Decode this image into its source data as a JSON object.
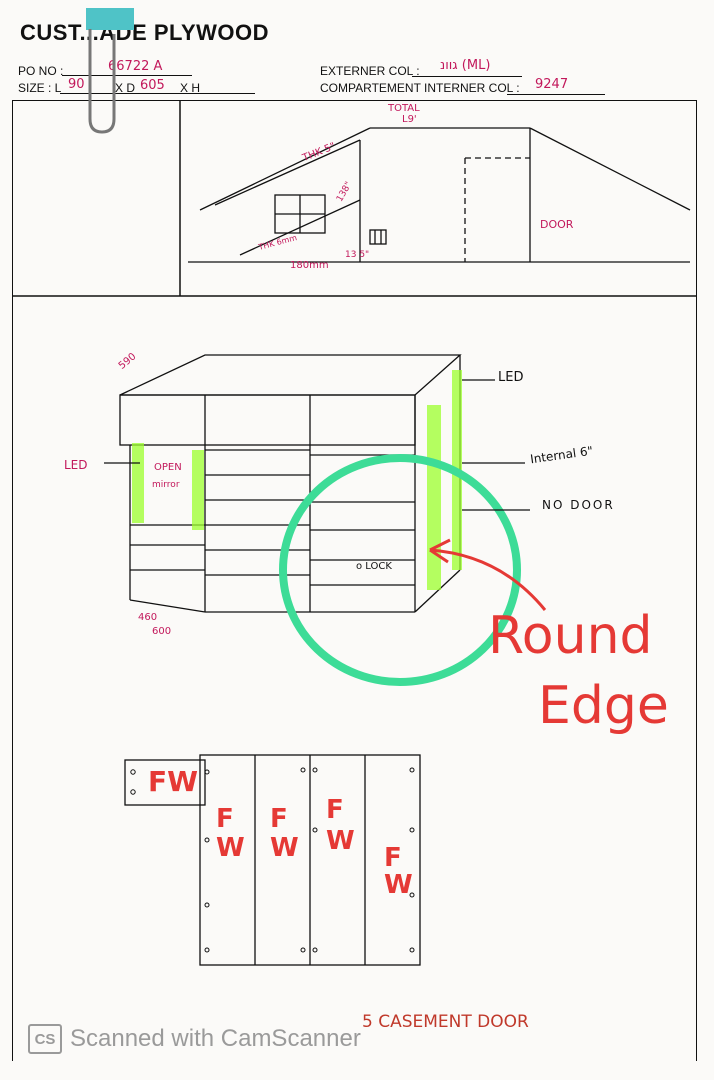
{
  "header": {
    "title": "CUST...ADE PLYWOOD",
    "po_label": "PO NO :",
    "po_value": "66722 A",
    "size_label": "SIZE : L",
    "size_l": "90",
    "size_d_label": "X D",
    "size_d": "605",
    "size_h_label": "X H",
    "externer_label": "EXTERNER COL :",
    "externer_value": "גוונ  (ML)",
    "compartement_label": "COMPARTEMENT INTERNER COL :",
    "compartement_value": "9247"
  },
  "room_sketch": {
    "total": "TOTAL",
    "total_val": "L9'",
    "thk5": "THK 5\"",
    "thk_sub": "THK 6mm",
    "dim_180": "180mm",
    "dim_138": "138\"",
    "dim_135": "13 5\"",
    "door": "DOOR"
  },
  "wardrobe": {
    "dim_590": "590",
    "led_right": "LED",
    "internal": "Internal 6\"",
    "no_door": "NO DOOR",
    "led_left": "LED",
    "open": "OPEN",
    "mirror": "mirror",
    "lock": "o LOCK",
    "dim_460": "460",
    "dim_600": "600",
    "round": "Round",
    "edge": "Edge"
  },
  "doors": {
    "fw_corner": "FW",
    "panels": [
      "F\nW",
      "F\nW",
      "F\nW",
      "F\nW"
    ],
    "caption": "5 CASEMENT DOOR"
  },
  "watermark": {
    "badge": "CS",
    "text": "Scanned with CamScanner"
  },
  "colors": {
    "ink": "#111111",
    "magenta": "#c2185b",
    "red": "#e53935",
    "green_circle": "#3ddc97",
    "highlight": "#9cff2e",
    "clip_teal": "#4fc3c7"
  }
}
